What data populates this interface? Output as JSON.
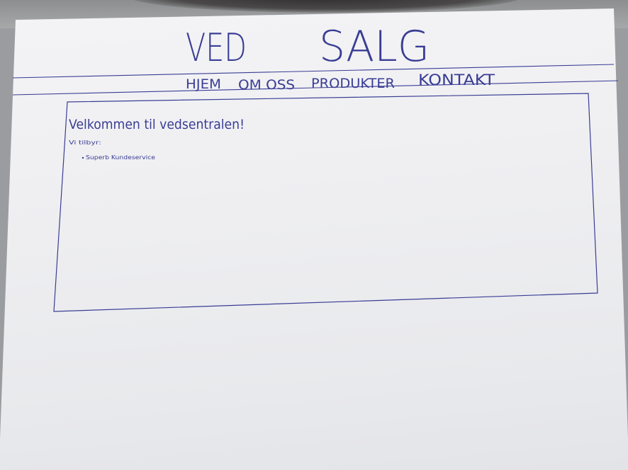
{
  "header": {
    "title_left": "VED",
    "title_right": "SALG"
  },
  "nav": {
    "items": [
      {
        "label": "HJEM"
      },
      {
        "label": "OM OSS"
      },
      {
        "label": "PRODUKTER"
      },
      {
        "label": "KONTAKT"
      }
    ]
  },
  "content": {
    "heading": "Velkommen til vedsentralen!",
    "intro": "Vi tilbyr:",
    "bullets": [
      "Superb Kundeservice"
    ]
  },
  "colors": {
    "ink": "#3a3d94",
    "paper": "#f1f1f4"
  }
}
